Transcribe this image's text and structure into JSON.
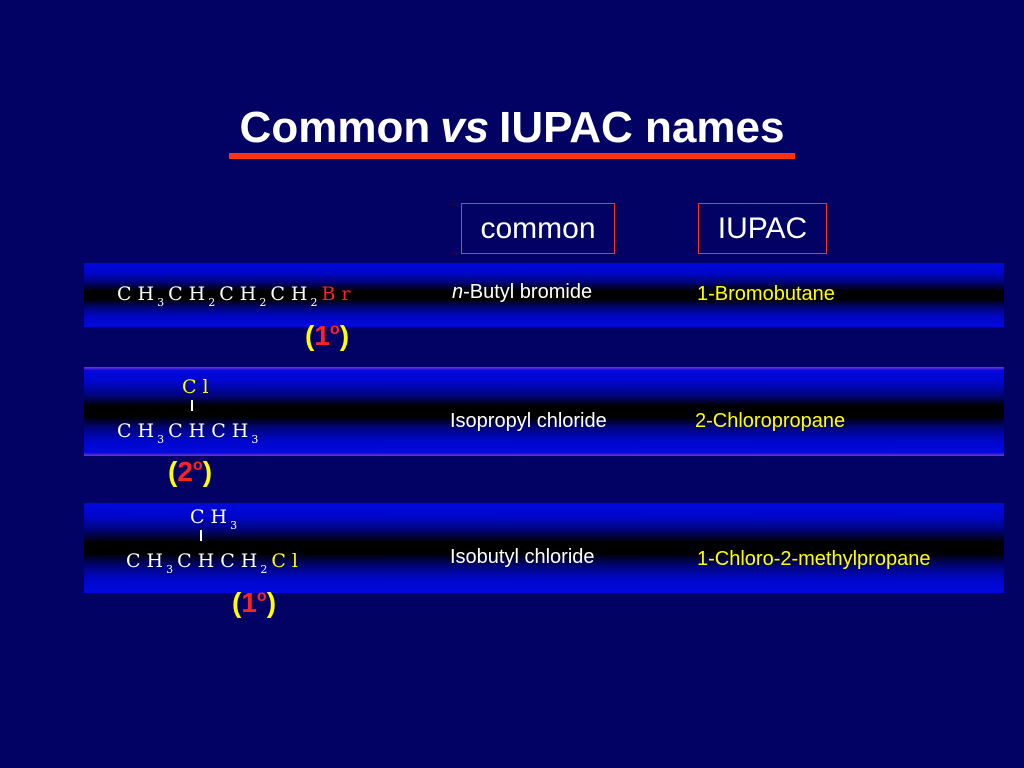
{
  "title": {
    "part1": "Common",
    "part2": "vs",
    "part3": "IUPAC names"
  },
  "headers": {
    "common": "common",
    "iupac": "IUPAC"
  },
  "colors": {
    "background": "#020264",
    "accent_red": "#ff3311",
    "formula_red": "#ff2222",
    "yellow": "#ffff00",
    "band_blue": "#0008e0",
    "band_purple": "#7a33c8"
  },
  "rows": [
    {
      "formula": {
        "main": [
          {
            "t": "CH",
            "sub": "3"
          },
          {
            "t": "CH",
            "sub": "2"
          },
          {
            "t": "CH",
            "sub": "2"
          },
          {
            "t": "CH",
            "sub": "2"
          }
        ],
        "halogen": "Br"
      },
      "degree": {
        "open": "(",
        "num": "1",
        "sup": "o",
        "close": ")"
      },
      "common_prefix": "n",
      "common_name": "-Butyl bromide",
      "iupac_name": "1-Bromobutane"
    },
    {
      "formula": {
        "branch": "Cl",
        "main": [
          {
            "t": "CH",
            "sub": "3"
          },
          {
            "t": "CHCH",
            "sub": "3"
          }
        ]
      },
      "degree": {
        "open": "(",
        "num": "2",
        "sup": "o",
        "close": ")"
      },
      "common_name": "Isopropyl chloride",
      "iupac_name": "2-Chloropropane"
    },
    {
      "formula": {
        "branch": {
          "t": "CH",
          "sub": "3"
        },
        "main": [
          {
            "t": "CH",
            "sub": "3"
          },
          {
            "t": "CHCH",
            "sub": "2"
          }
        ],
        "halogen": "Cl"
      },
      "degree": {
        "open": "(",
        "num": "1",
        "sup": "o",
        "close": ")"
      },
      "common_name": "Isobutyl chloride",
      "iupac_name": "1-Chloro-2-methylpropane"
    }
  ]
}
